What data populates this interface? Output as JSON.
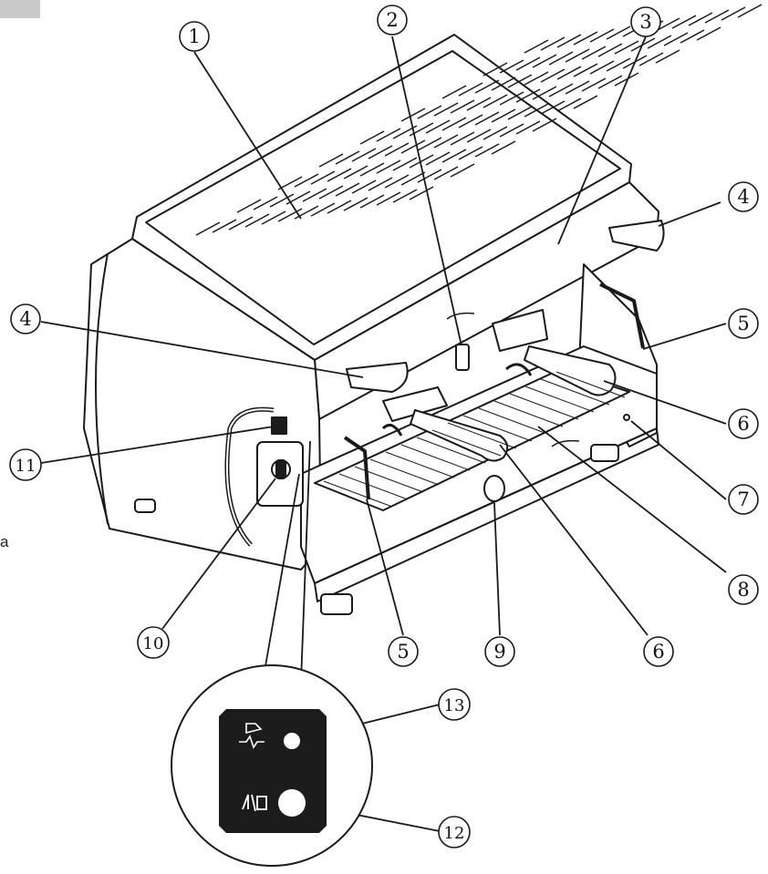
{
  "colors": {
    "line": "#1a1a1a",
    "panel": "#1c1c1c",
    "corner_tab": "#c9c9c9",
    "paper": "#ffffff"
  },
  "callouts": [
    {
      "id": "c1",
      "label": "1"
    },
    {
      "id": "c2",
      "label": "2"
    },
    {
      "id": "c3",
      "label": "3"
    },
    {
      "id": "c4a",
      "label": "4"
    },
    {
      "id": "c4b",
      "label": "4"
    },
    {
      "id": "c5a",
      "label": "5"
    },
    {
      "id": "c5b",
      "label": "5"
    },
    {
      "id": "c6a",
      "label": "6"
    },
    {
      "id": "c6b",
      "label": "6"
    },
    {
      "id": "c7",
      "label": "7"
    },
    {
      "id": "c8",
      "label": "8"
    },
    {
      "id": "c9",
      "label": "9"
    },
    {
      "id": "c10",
      "label": "10"
    },
    {
      "id": "c11",
      "label": "11"
    },
    {
      "id": "c12",
      "label": "12"
    },
    {
      "id": "c13",
      "label": "13"
    }
  ],
  "stray_text": "a",
  "panel_icons": {
    "top": "cup-warmer-heater-icon",
    "bottom": "power-on-off-icon"
  }
}
